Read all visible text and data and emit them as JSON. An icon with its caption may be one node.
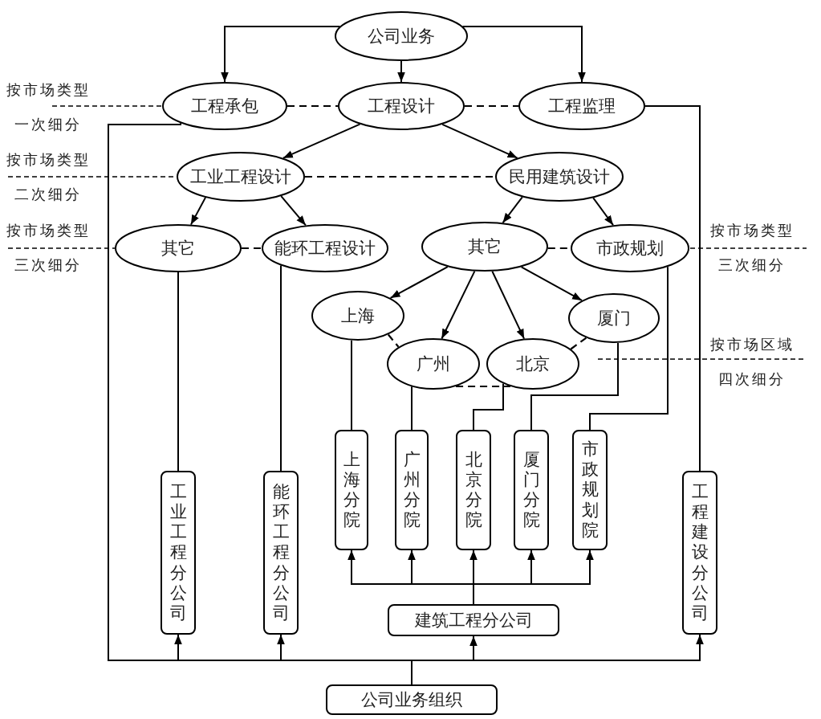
{
  "diagram": {
    "nodes": [
      {
        "text": [
          "公司业务"
        ]
      },
      {
        "text": [
          "工程承包"
        ]
      },
      {
        "text": [
          "工程设计"
        ]
      },
      {
        "text": [
          "工程监理"
        ]
      },
      {
        "text": [
          "工业工程设计"
        ]
      },
      {
        "text": [
          "民用建筑设计"
        ]
      },
      {
        "text": [
          "其它"
        ]
      },
      {
        "text": [
          "能环工程设计"
        ]
      },
      {
        "text": [
          "其它"
        ]
      },
      {
        "text": [
          "市政规划"
        ]
      },
      {
        "text": [
          "上海"
        ]
      },
      {
        "text": [
          "广州"
        ]
      },
      {
        "text": [
          "北京"
        ]
      },
      {
        "text": [
          "厦门"
        ]
      },
      {
        "text": [
          "工业工程分公司"
        ]
      },
      {
        "text": [
          "能环工程分公司"
        ]
      },
      {
        "text": [
          "上海分院"
        ]
      },
      {
        "text": [
          "广州分院"
        ]
      },
      {
        "text": [
          "北京分院"
        ]
      },
      {
        "text": [
          "厦门分院"
        ]
      },
      {
        "text": [
          "市政规划院"
        ]
      },
      {
        "text": [
          "工程建设分公司"
        ]
      },
      {
        "text": [
          "建筑工程分公司"
        ]
      },
      {
        "text": [
          "公司业务组织"
        ]
      }
    ],
    "edges": [
      {
        "from": 0,
        "to": 1,
        "arrow": "to"
      },
      {
        "from": 0,
        "to": 2,
        "arrow": "to"
      },
      {
        "from": 0,
        "to": 3,
        "arrow": "to"
      },
      {
        "from": 1,
        "to": 2,
        "arrow": "none",
        "style": "dashed"
      },
      {
        "from": 2,
        "to": 3,
        "arrow": "none",
        "style": "dashed"
      },
      {
        "from": 2,
        "to": 4,
        "arrow": "to"
      },
      {
        "from": 2,
        "to": 5,
        "arrow": "to"
      },
      {
        "from": 4,
        "to": 5,
        "arrow": "none",
        "style": "dashed"
      },
      {
        "from": 4,
        "to": 6,
        "arrow": "to"
      },
      {
        "from": 4,
        "to": 7,
        "arrow": "to"
      },
      {
        "from": 5,
        "to": 8,
        "arrow": "to"
      },
      {
        "from": 5,
        "to": 9,
        "arrow": "to"
      },
      {
        "from": 6,
        "to": 7,
        "arrow": "none",
        "style": "dashed"
      },
      {
        "from": 8,
        "to": 9,
        "arrow": "none",
        "style": "dashed"
      },
      {
        "from": 8,
        "to": 10,
        "arrow": "to"
      },
      {
        "from": 8,
        "to": 11,
        "arrow": "to"
      },
      {
        "from": 8,
        "to": 12,
        "arrow": "to"
      },
      {
        "from": 8,
        "to": 13,
        "arrow": "to"
      },
      {
        "from": 10,
        "to": 11,
        "arrow": "none",
        "style": "dashed"
      },
      {
        "from": 11,
        "to": 12,
        "arrow": "none",
        "style": "dashed"
      },
      {
        "from": 12,
        "to": 13,
        "arrow": "none",
        "style": "dashed"
      },
      {
        "from": 10,
        "to": 16,
        "arrow": "none"
      },
      {
        "from": 11,
        "to": 17,
        "arrow": "none"
      },
      {
        "from": 12,
        "to": 18,
        "arrow": "none"
      },
      {
        "from": 13,
        "to": 19,
        "arrow": "none"
      },
      {
        "from": 9,
        "to": 20,
        "arrow": "none"
      },
      {
        "from": 3,
        "to": 21,
        "arrow": "none"
      },
      {
        "from": 6,
        "to": 14,
        "arrow": "none"
      },
      {
        "from": 7,
        "to": 15,
        "arrow": "none"
      },
      {
        "from": 1,
        "to": 23,
        "arrow": "none"
      },
      {
        "from": 23,
        "to": 14,
        "arrow": "to"
      },
      {
        "from": 23,
        "to": 15,
        "arrow": "to"
      },
      {
        "from": 23,
        "to": 22,
        "arrow": "to"
      },
      {
        "from": 23,
        "to": 21,
        "arrow": "to"
      },
      {
        "from": 22,
        "to": 16,
        "arrow": "to"
      },
      {
        "from": 22,
        "to": 17,
        "arrow": "to"
      },
      {
        "from": 22,
        "to": 18,
        "arrow": "to"
      },
      {
        "from": 22,
        "to": 19,
        "arrow": "to"
      },
      {
        "from": 22,
        "to": 20,
        "arrow": "to"
      }
    ],
    "labels": [
      "按市场类型",
      "一次细分",
      "按市场类型",
      "二次细分",
      "按市场类型",
      "三次细分",
      "按市场类型",
      "三次细分",
      "按市场区域",
      "四次细分"
    ]
  }
}
